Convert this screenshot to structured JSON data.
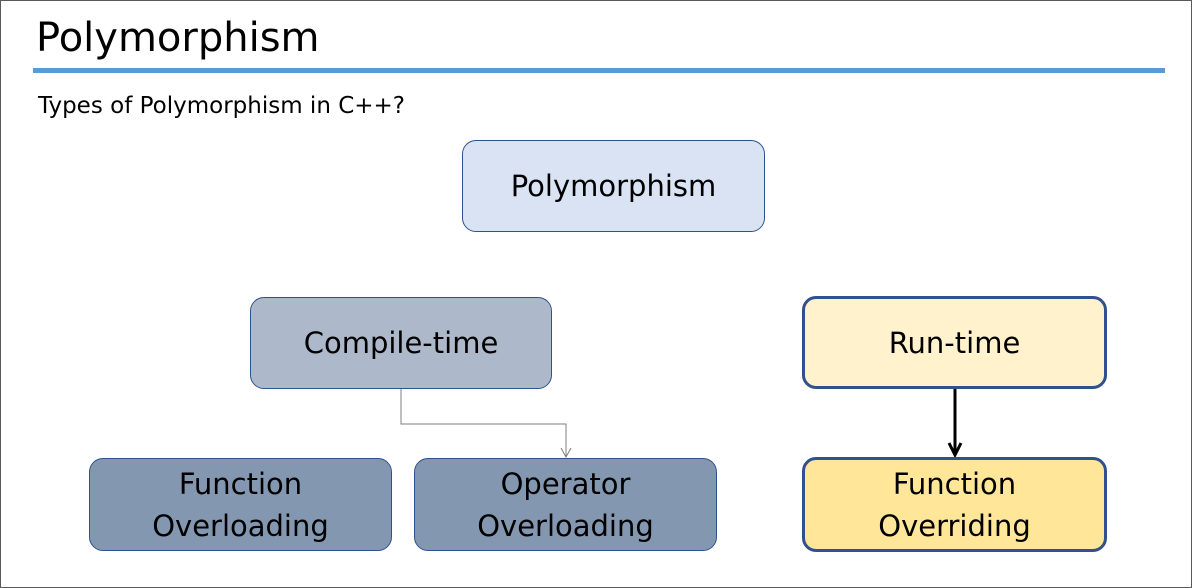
{
  "slide": {
    "title": "Polymorphism",
    "subtitle": "Types of Polymorphism in C++?"
  },
  "diagram": {
    "root": {
      "label": "Polymorphism"
    },
    "compile_time": {
      "label": "Compile-time",
      "children": [
        {
          "line1": "Function",
          "line2": "Overloading"
        },
        {
          "line1": "Operator",
          "line2": "Overloading"
        }
      ]
    },
    "run_time": {
      "label": "Run-time",
      "children": [
        {
          "line1": "Function",
          "line2": "Overriding"
        }
      ]
    }
  },
  "colors": {
    "accent_rule": "#5b9bd5",
    "box_border": "#2f528f",
    "root_fill": "#dae3f3",
    "compile_fill": "#adb9ca",
    "compile_child_fill": "#8497b0",
    "runtime_fill": "#fff2cc",
    "runtime_child_fill": "#ffe699"
  }
}
